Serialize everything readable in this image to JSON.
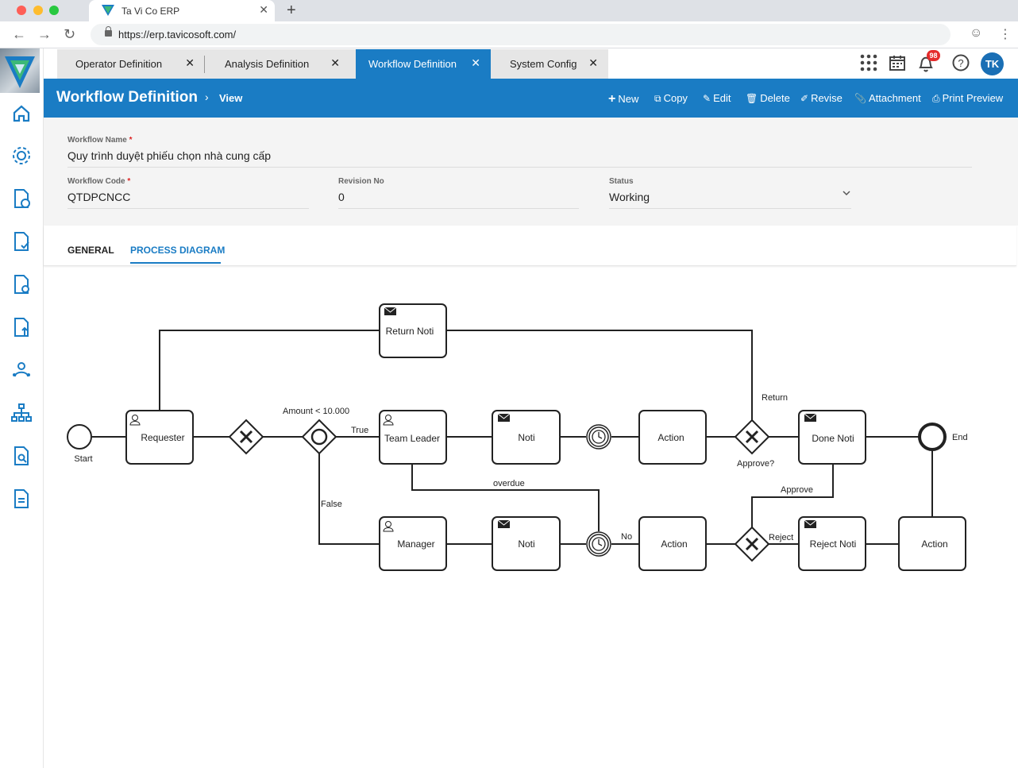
{
  "browser": {
    "tab_title": "Ta Vi Co ERP",
    "url": "https://erp.tavicosoft.com/"
  },
  "app_tabs": [
    {
      "label": "Operator Definition"
    },
    {
      "label": "Analysis Definition"
    },
    {
      "label": "Workflow Definition"
    },
    {
      "label": "System Config"
    }
  ],
  "header": {
    "notification_count": "98",
    "avatar_initials": "TK"
  },
  "titlebar": {
    "title": "Workflow Definition",
    "breadcrumb": "View",
    "actions": {
      "new": "New",
      "copy": "Copy",
      "edit": "Edit",
      "delete": "Delete",
      "revise": "Revise",
      "attachment": "Attachment",
      "print_preview": "Print Preview"
    }
  },
  "form": {
    "workflow_name_label": "Workflow Name",
    "workflow_name": "Quy trình duyệt phiếu chọn nhà cung cấp",
    "workflow_code_label": "Workflow Code",
    "workflow_code": "QTDPCNCC",
    "revision_label": "Revision No",
    "revision": "0",
    "status_label": "Status",
    "status": "Working",
    "required_mark": "*"
  },
  "detail_tabs": {
    "general": "GENERAL",
    "process_diagram": "PROCESS DIAGRAM"
  },
  "diagram": {
    "start": "Start",
    "end": "End",
    "requester": "Requester",
    "return_noti": "Return Noti",
    "team_leader": "Team Leader",
    "manager": "Manager",
    "noti_top": "Noti",
    "noti_bottom": "Noti",
    "action_top": "Action",
    "action_bottom": "Action",
    "action_right": "Action",
    "done_noti": "Done Noti",
    "reject_noti": "Reject Noti",
    "amount_condition": "Amount < 10.000",
    "true_label": "True",
    "false_label": "False",
    "overdue_label": "overdue",
    "no_label": "No",
    "return_label": "Return",
    "approve_q_label": "Approve?",
    "approve_label": "Approve",
    "reject_label": "Reject"
  },
  "colors": {
    "primary": "#1a7cc4",
    "tab_inactive": "#e6e6e6",
    "form_bg": "#f4f4f4",
    "badge": "#e52b2b"
  }
}
